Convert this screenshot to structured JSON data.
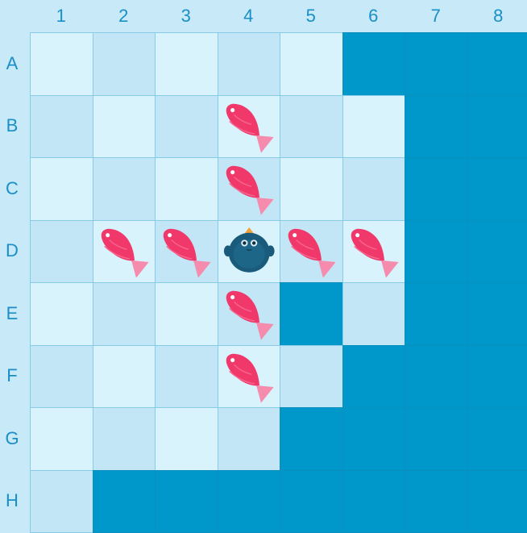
{
  "columns": [
    "1",
    "2",
    "3",
    "4",
    "5",
    "6",
    "7",
    "8"
  ],
  "rows": [
    "A",
    "B",
    "C",
    "D",
    "E",
    "F",
    "G",
    "H"
  ],
  "board": [
    [
      "light",
      "mid",
      "light",
      "mid",
      "light",
      "water",
      "water",
      "water"
    ],
    [
      "mid",
      "light",
      "mid",
      "light",
      "mid",
      "light",
      "water",
      "water"
    ],
    [
      "light",
      "mid",
      "light",
      "mid",
      "light",
      "mid",
      "water",
      "water"
    ],
    [
      "mid",
      "light",
      "mid",
      "light",
      "mid",
      "light",
      "water",
      "water"
    ],
    [
      "light",
      "mid",
      "light",
      "mid",
      "water",
      "mid",
      "water",
      "water"
    ],
    [
      "mid",
      "light",
      "mid",
      "light",
      "mid",
      "water",
      "water",
      "water"
    ],
    [
      "light",
      "mid",
      "light",
      "mid",
      "water",
      "water",
      "water",
      "water"
    ],
    [
      "mid",
      "water",
      "water",
      "water",
      "water",
      "water",
      "water",
      "water"
    ]
  ],
  "pieces": [
    {
      "type": "fish",
      "row": "B",
      "col": "4"
    },
    {
      "type": "fish",
      "row": "C",
      "col": "4"
    },
    {
      "type": "fish",
      "row": "D",
      "col": "2"
    },
    {
      "type": "fish",
      "row": "D",
      "col": "3"
    },
    {
      "type": "penguin",
      "row": "D",
      "col": "4"
    },
    {
      "type": "fish",
      "row": "D",
      "col": "5"
    },
    {
      "type": "fish",
      "row": "D",
      "col": "6"
    },
    {
      "type": "fish",
      "row": "E",
      "col": "4"
    },
    {
      "type": "fish",
      "row": "F",
      "col": "4"
    }
  ],
  "colors": {
    "label": "#1a8fc7",
    "ice_light": "#d9f3fd",
    "ice_mid": "#c2e6f6",
    "water": "#0098cb",
    "fish": "#f0386b",
    "fish_tail": "#f58cae",
    "penguin": "#1a5a7a"
  }
}
